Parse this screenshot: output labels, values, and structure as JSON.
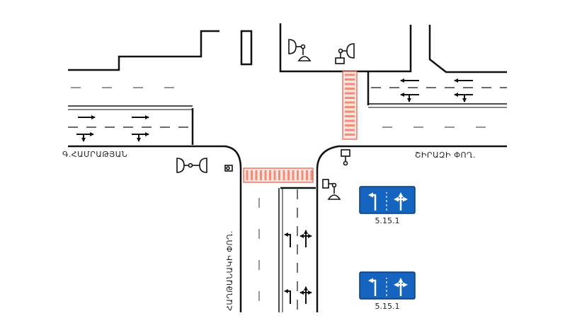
{
  "streets": {
    "west": "Գ.ՀԱՄՐԱԹՅԱՆ",
    "east": "ՇԻՐԱԶԻ ՓՈՂ.",
    "south": "ՀԱՂԹԱՆԱԿԻ ՓՈՂ."
  },
  "signs": [
    {
      "code": "5.15.1",
      "color": "#1565c0"
    },
    {
      "code": "5.15.1",
      "color": "#1565c0"
    }
  ],
  "colors": {
    "road_line": "#111111",
    "lane_dash": "#444444",
    "crosswalk_stripe": "#f0a090",
    "crosswalk_edge": "#e04040",
    "sign_blue": "#1565c0",
    "sign_border": "#0d3c7a"
  },
  "icons": [
    "traffic-light-icon",
    "pedestrian-light-icon",
    "lane-arrow-icon",
    "lane-direction-sign-icon"
  ]
}
